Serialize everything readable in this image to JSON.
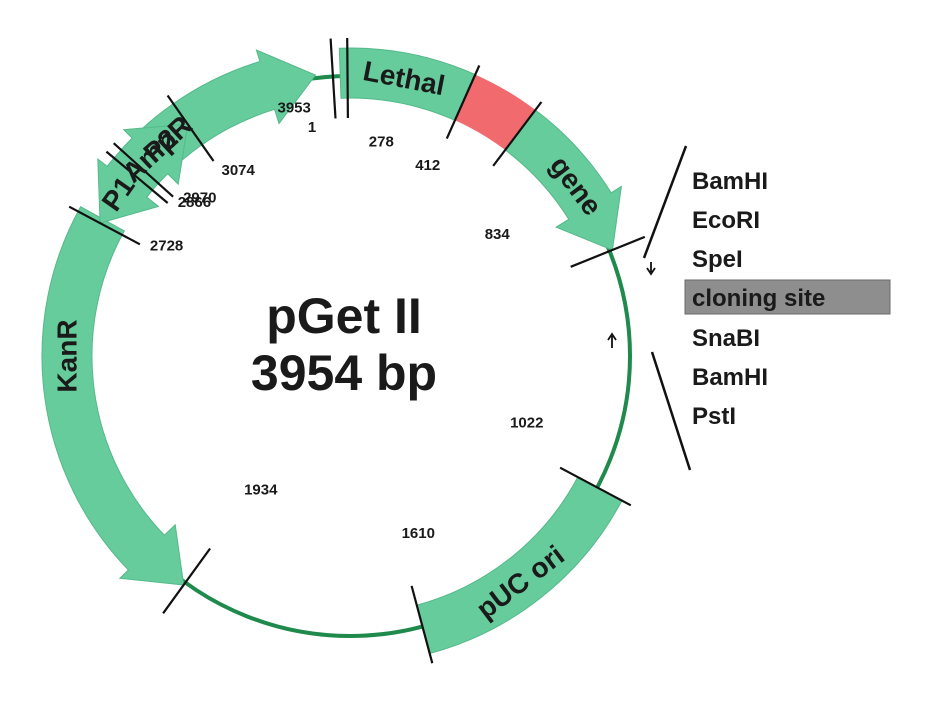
{
  "plasmid": {
    "name": "pGet II",
    "size_label": "3954 bp",
    "total_bp": 3954
  },
  "colors": {
    "backbone": "#1f8a4c",
    "feature_fill": "#66cc9c",
    "cloning_site_fill": "#f06a6e",
    "tick": "#111111",
    "highlight_box": "#8e8e8e",
    "text": "#1a1a1a"
  },
  "features": [
    {
      "id": "ampr",
      "label": "AmpR",
      "start_deg": 306,
      "end_deg": 353,
      "direction": "cw",
      "label_deg": 317
    },
    {
      "id": "lethal",
      "label": "Lethal",
      "start_deg": 358,
      "end_deg": 24,
      "direction": "none",
      "label_deg": 11
    },
    {
      "id": "gene",
      "label": "gene",
      "start_deg": 37,
      "end_deg": 68,
      "direction": "cw",
      "label_deg": 53
    },
    {
      "id": "puc-ori",
      "label": "pUC ori",
      "start_deg": 118,
      "end_deg": 165,
      "direction": "none",
      "label_deg": 143
    },
    {
      "id": "kanr",
      "label": "KanR",
      "start_deg": 299,
      "end_deg": 216,
      "direction": "ccw",
      "label_deg": 270
    },
    {
      "id": "p1",
      "label": "P1",
      "start_deg": 310,
      "end_deg": 298,
      "direction": "ccw",
      "label_deg": 305
    },
    {
      "id": "p2",
      "label": "P2",
      "start_deg": 312,
      "end_deg": 325,
      "direction": "cw",
      "label_deg": 318
    }
  ],
  "cloning_region": {
    "start_deg": 24,
    "end_deg": 37
  },
  "positions": [
    {
      "label": "3953",
      "deg": 356.5
    },
    {
      "label": "1",
      "deg": 359.5
    },
    {
      "label": "278",
      "deg": 24
    },
    {
      "label": "412",
      "deg": 37
    },
    {
      "label": "834",
      "deg": 68
    },
    {
      "label": "1022",
      "deg": 118
    },
    {
      "label": "1610",
      "deg": 165
    },
    {
      "label": "1934",
      "deg": 216
    },
    {
      "label": "2728",
      "deg": 298
    },
    {
      "label": "2866",
      "deg": 310
    },
    {
      "label": "2970",
      "deg": 312
    },
    {
      "label": "3074",
      "deg": 325
    }
  ],
  "restriction_sites": [
    "BamHI",
    "EcoRI",
    "SpeI",
    "cloning site",
    "SnaBI",
    "BamHI",
    "PstI"
  ],
  "highlighted_site": "cloning site"
}
